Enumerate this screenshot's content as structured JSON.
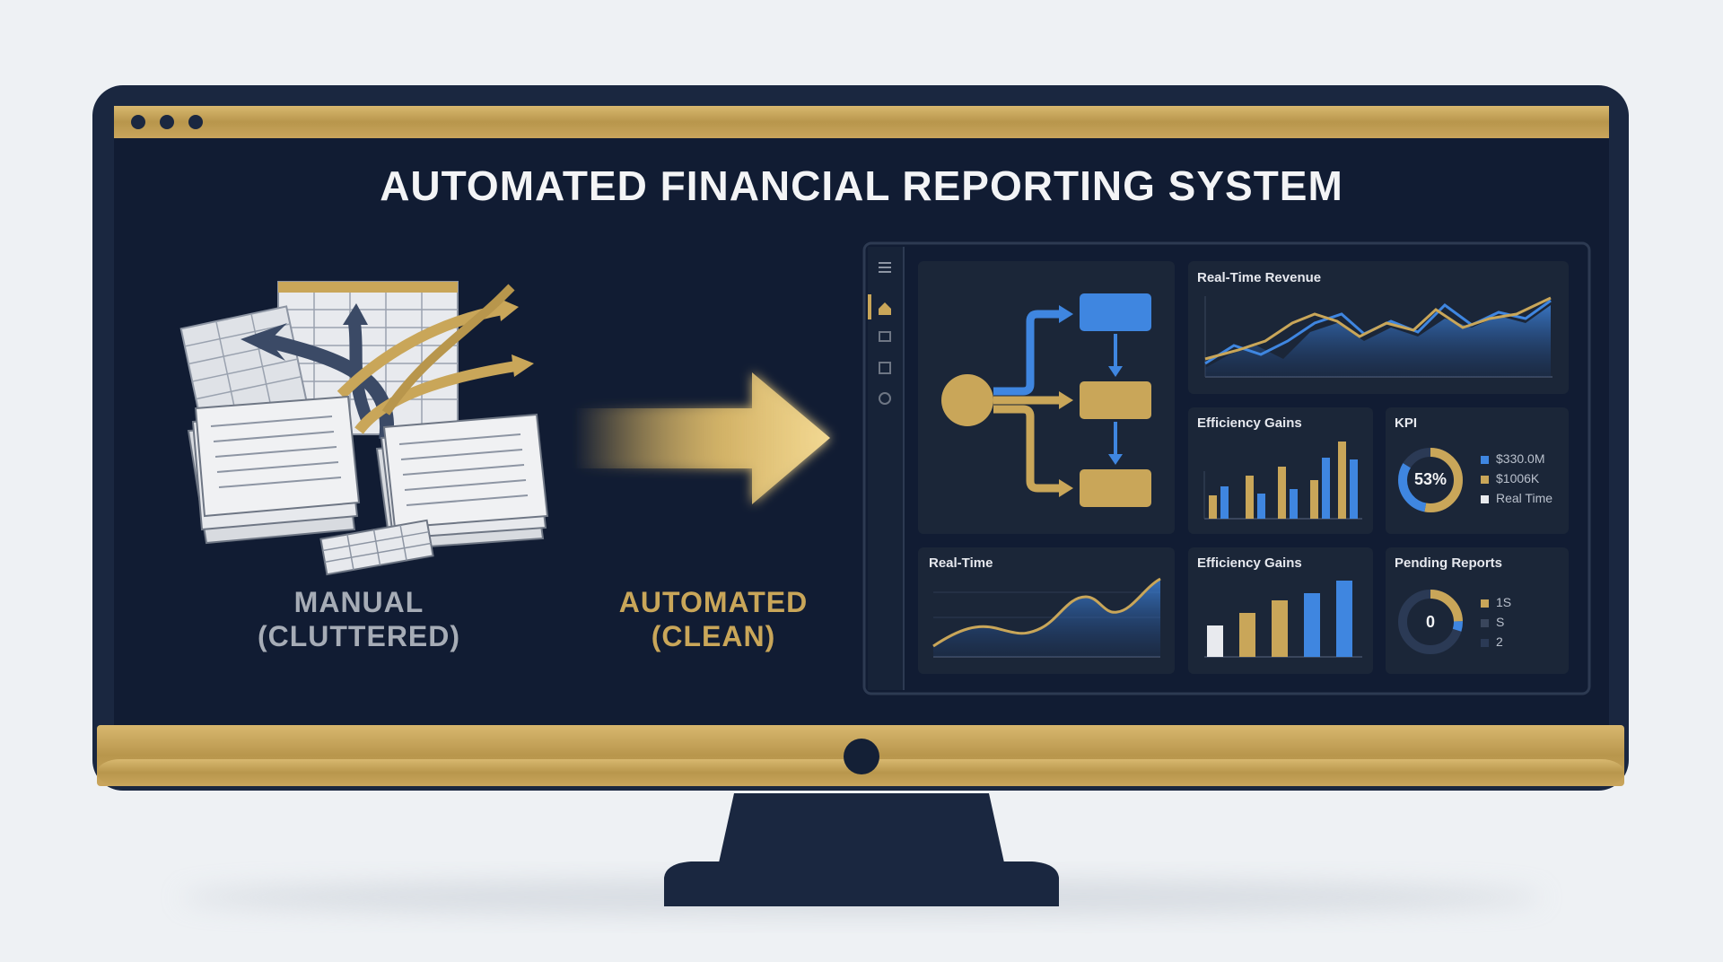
{
  "title": "AUTOMATED FINANCIAL REPORTING SYSTEM",
  "manual": {
    "line1": "MANUAL",
    "line2": "(CLUTTERED)"
  },
  "automated": {
    "line1": "AUTOMATED",
    "line2": "(CLEAN)"
  },
  "sidebar": {
    "icons": [
      "menu-icon",
      "home-icon",
      "reports-icon",
      "data-icon",
      "settings-icon"
    ]
  },
  "panels": {
    "revenue_title": "Real-Time Revenue",
    "efficiency_title": "Efficiency Gains",
    "kpi_title": "KPI",
    "kpi_value": "53%",
    "kpi_legend": [
      "$330.0M",
      "$1006K",
      "Real Time"
    ],
    "realtime_title": "Real-Time",
    "efficiency2_title": "Efficiency Gains",
    "pending_title": "Pending Reports",
    "pending_value": "0",
    "pending_legend": [
      "1S",
      "S",
      "2"
    ]
  },
  "colors": {
    "gold": "#c9a659",
    "navy": "#111c33",
    "blue": "#3f86e0",
    "panel": "#1b2638"
  }
}
